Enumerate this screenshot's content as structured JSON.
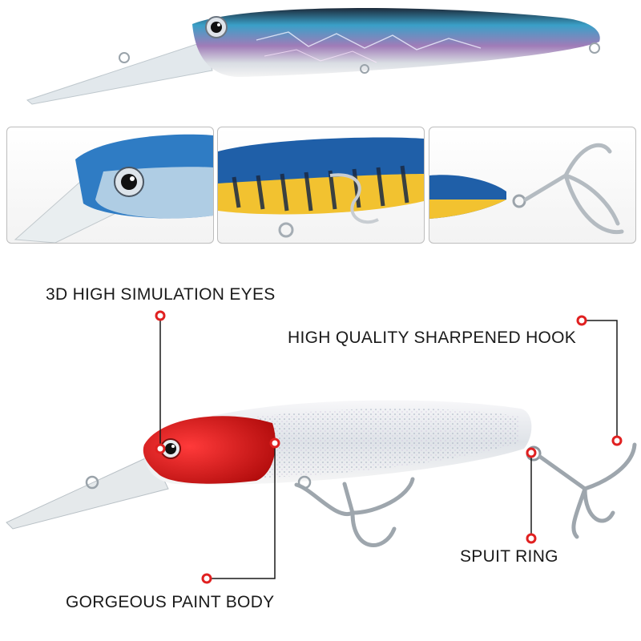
{
  "callouts": {
    "eyes": "3D HIGH SIMULATION EYES",
    "hook": "HIGH QUALITY SHARPENED HOOK",
    "ring": "SPUIT RING",
    "body": "GORGEOUS PAINT BODY"
  },
  "colors": {
    "callout_marker": "#e02020",
    "callout_line": "#1a1a1a",
    "lure_blue_back": "#1f5fa8",
    "lure_yellow_belly": "#f2c230",
    "lure_red_head": "#e01818",
    "lure_silver_body": "#e8ecf0"
  }
}
